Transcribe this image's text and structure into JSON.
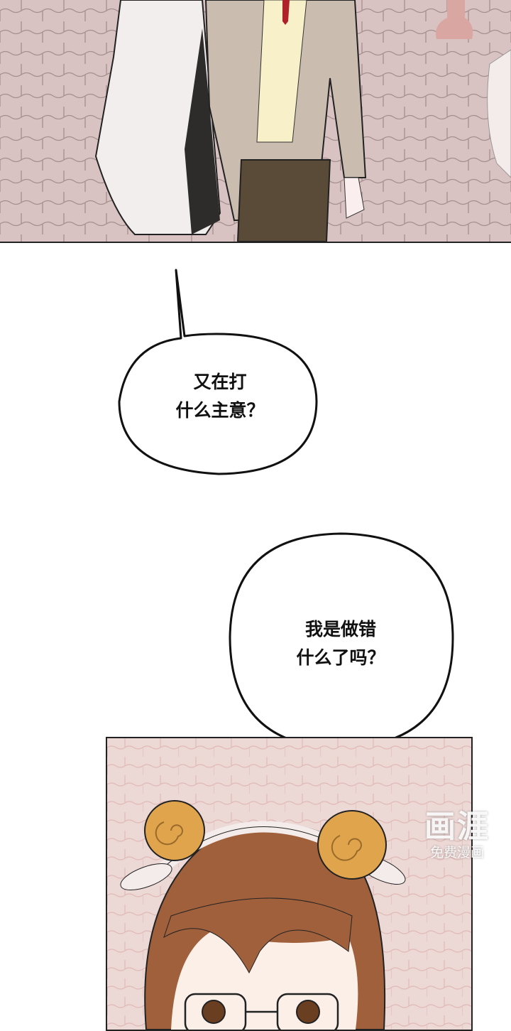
{
  "panels": {
    "top": {
      "description_colors": {
        "ground": "#d8c3c2",
        "jacket_white": "#f2eeee",
        "jacket_beige": "#cbbcb0",
        "vest": "#f8f0c8",
        "pants": "#5a4a38",
        "tie": "#b0202a"
      }
    },
    "bottom": {
      "colors": {
        "background": "#ecd9d6",
        "hair": "#a0603c",
        "ears": "#e0a44c"
      }
    }
  },
  "bubbles": [
    {
      "text": "又在打\n什么主意？",
      "type": "speech"
    },
    {
      "text": "我是做错\n什么了吗？",
      "type": "thought"
    }
  ],
  "watermark": {
    "logo": "画涯",
    "subtitle": "免费漫画"
  }
}
